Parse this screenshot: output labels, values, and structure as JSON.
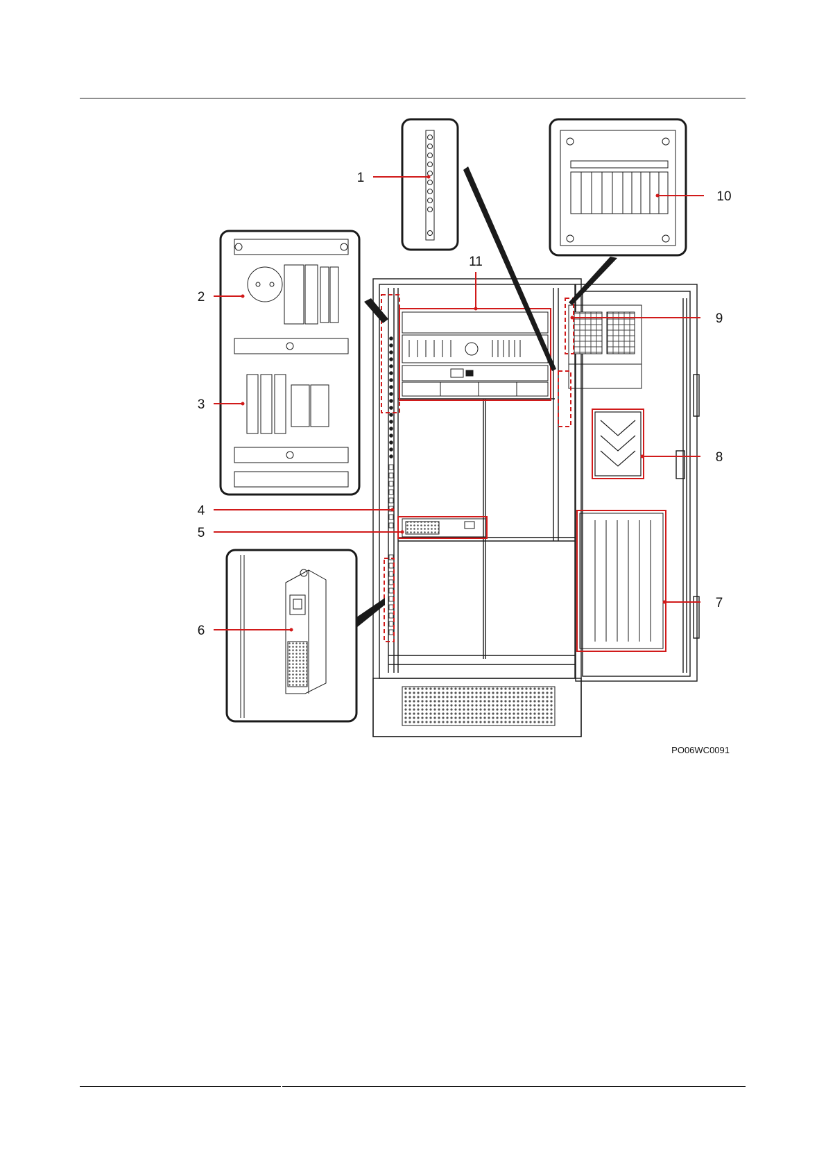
{
  "figure": {
    "id_label": "PO06WC0091",
    "callouts": [
      {
        "n": "1"
      },
      {
        "n": "2"
      },
      {
        "n": "3"
      },
      {
        "n": "4"
      },
      {
        "n": "5"
      },
      {
        "n": "6"
      },
      {
        "n": "7"
      },
      {
        "n": "8"
      },
      {
        "n": "9"
      },
      {
        "n": "10"
      },
      {
        "n": "11"
      }
    ]
  },
  "colors": {
    "line": "#1a1a1a",
    "highlight": "#d11a1a",
    "panel_bg": "#ffffff",
    "mesh": "#5a5a5a"
  }
}
